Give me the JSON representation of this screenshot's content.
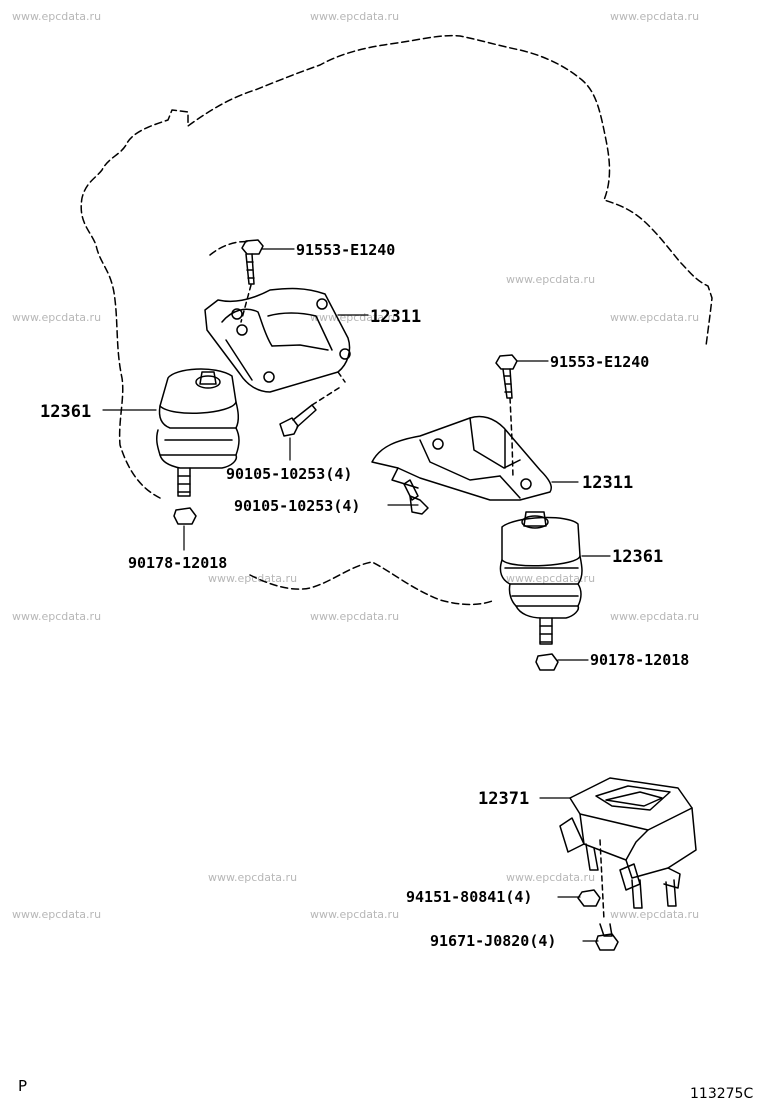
{
  "watermark": "www.epcdata.ru",
  "parts": {
    "bolt_upper_left": "91553-E1240",
    "bracket_left": "12311",
    "insulator_left": "12361",
    "bolt_bracket_left": "90105-10253(4)",
    "nut_left": "90178-12018",
    "bolt_upper_right": "91553-E1240",
    "bolt_bracket_right": "90105-10253(4)",
    "bracket_right": "12311",
    "insulator_right": "12361",
    "nut_right": "90178-12018",
    "rear_insulator": "12371",
    "rear_nut": "94151-80841(4)",
    "rear_bolt": "91671-J0820(4)"
  },
  "footer": {
    "marker": "P",
    "diagram_code": "113275C"
  }
}
